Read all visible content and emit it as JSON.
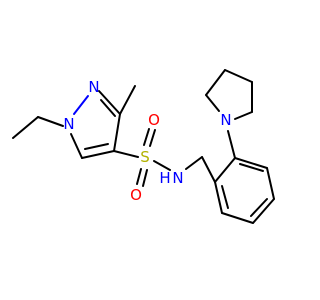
{
  "molecule": {
    "atoms": {
      "n1": {
        "text": "N"
      },
      "n2": {
        "text": "N"
      },
      "s": {
        "text": "S"
      },
      "o1": {
        "text": "O"
      },
      "o2": {
        "text": "O"
      },
      "nh_n": {
        "text": "N"
      },
      "nh_h": {
        "text": "H"
      },
      "n_pyr": {
        "text": "N"
      }
    },
    "colors": {
      "nitrogen": "#0000ff",
      "oxygen": "#ff0000",
      "sulfur": "#b2b200",
      "carbon_bond": "#000000",
      "background": "#ffffff"
    }
  }
}
